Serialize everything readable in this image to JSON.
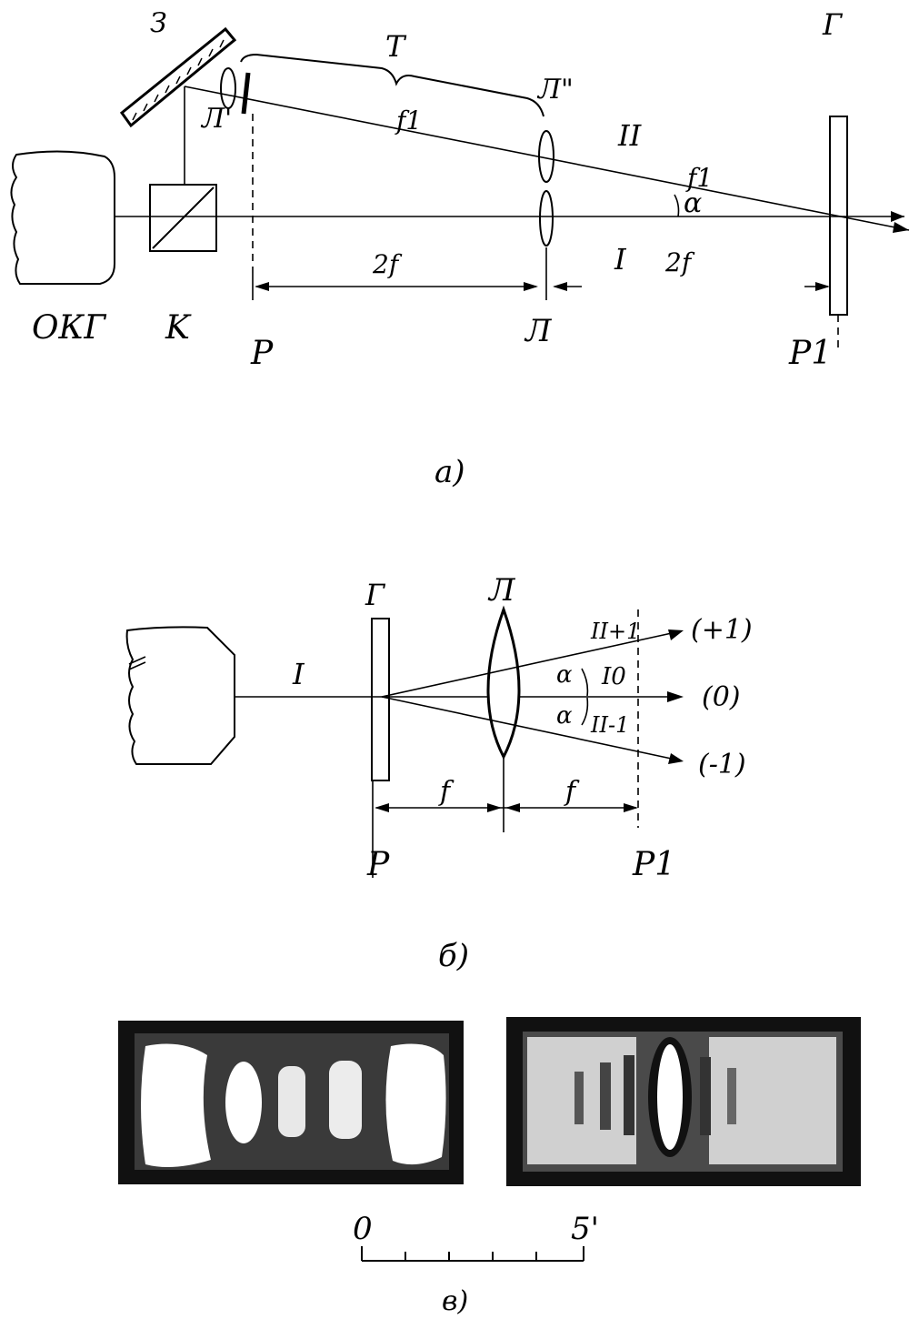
{
  "diagram_a": {
    "caption": "a)",
    "labels": {
      "mirror": "З",
      "laser": "ОКГ",
      "cube": "K",
      "lens_l_prime": "Л'",
      "lens_l_double": "Л\"",
      "lens_l": "Л",
      "telescope": "T",
      "focal_f1_upper": "f1",
      "focal_f1_right": "f1",
      "beam_ii": "II",
      "beam_i": "I",
      "angle": "α",
      "dist_left": "2f",
      "dist_right": "2f",
      "plane_p": "P",
      "plane_p1": "P1",
      "grating": "Г"
    }
  },
  "diagram_b": {
    "caption": "б)",
    "labels": {
      "grating": "Г",
      "lens": "Л",
      "beam_i": "I",
      "order_plus": "(+1)",
      "order_zero": "(0)",
      "order_minus": "(-1)",
      "beam_ii_plus": "II+1",
      "beam_i0": "I0",
      "beam_ii_minus": "II-1",
      "angle_upper": "α",
      "angle_lower": "α",
      "focal_left": "f",
      "focal_right": "f",
      "plane_p": "P",
      "plane_p1": "P1"
    }
  },
  "diagram_c": {
    "caption": "в)",
    "scale": {
      "start": "0",
      "end": "5'"
    }
  }
}
